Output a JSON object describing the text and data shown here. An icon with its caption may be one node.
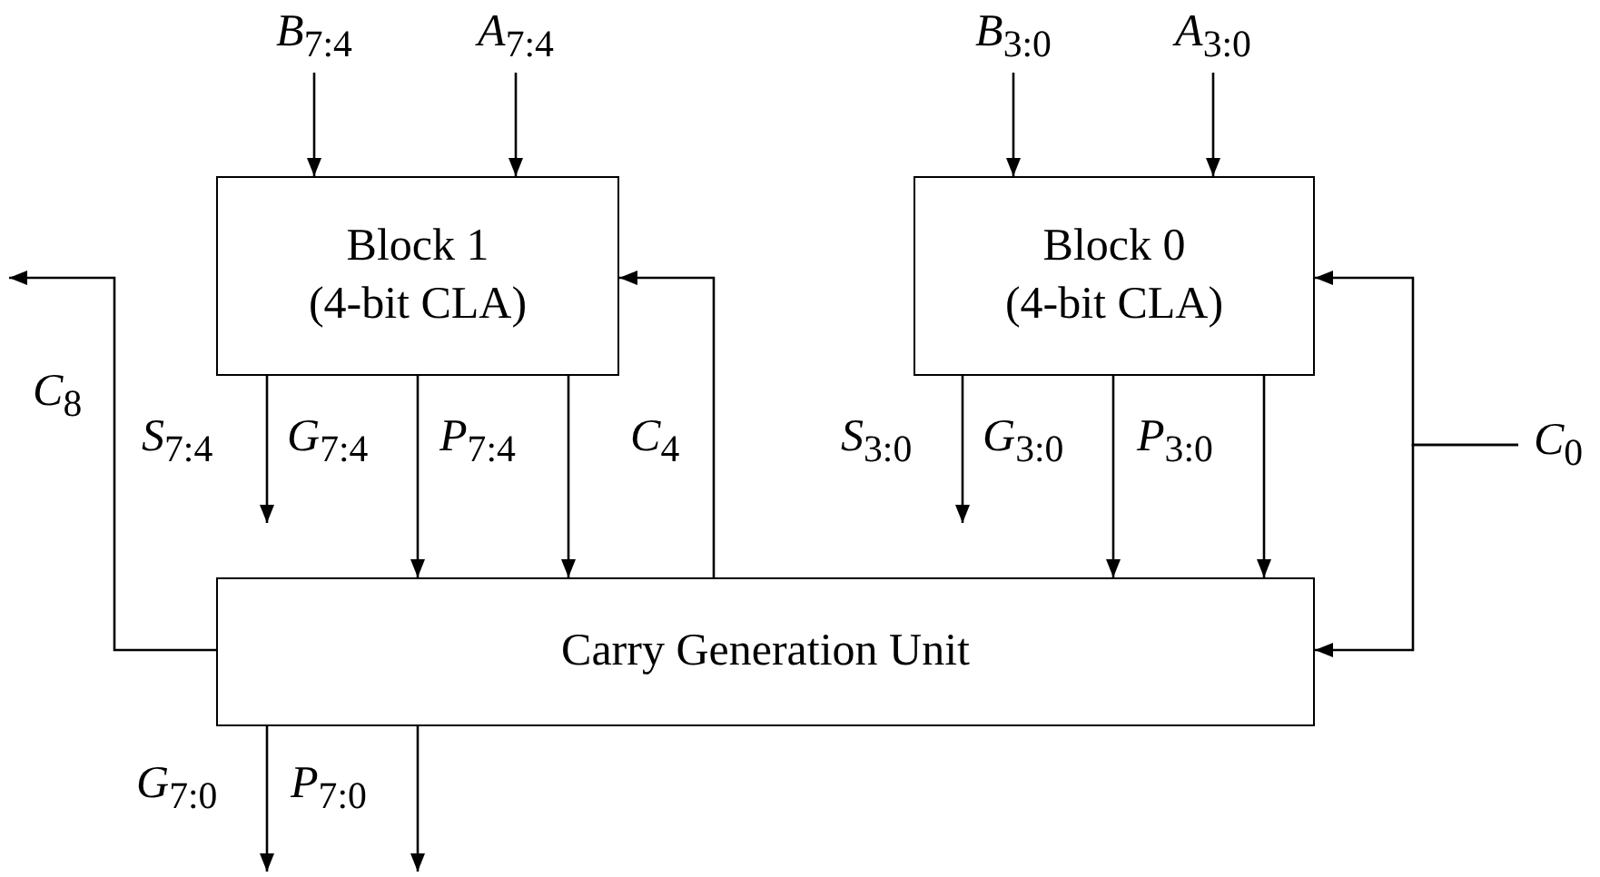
{
  "diagram": {
    "nodes": [
      {
        "text": [
          "*B*$_{7:4}$"
        ]
      },
      {
        "text": [
          "*A*$_{7:4}$"
        ]
      },
      {
        "text": [
          "*B*$_{3:0}$"
        ]
      },
      {
        "text": [
          "*A*$_{3:0}$"
        ]
      },
      {
        "text": [
          "Block 1 (4-bit CLA)"
        ]
      },
      {
        "text": [
          "Block 0 (4-bit CLA)"
        ]
      },
      {
        "text": [
          "*C*$_{0}$"
        ]
      },
      {
        "text": [
          "Carry Generation Unit"
        ]
      }
    ],
    "edges": [
      {
        "from": 0,
        "to": 4,
        "arrow": "to"
      },
      {
        "from": 1,
        "to": 4,
        "arrow": "to"
      },
      {
        "from": 2,
        "to": 5,
        "arrow": "to"
      },
      {
        "from": 3,
        "to": 5,
        "arrow": "to"
      },
      {
        "from": 4,
        "to": null,
        "arrow": "to",
        "label": "*S*$_{7:4}$"
      },
      {
        "from": 4,
        "to": 7,
        "arrow": "to",
        "label": "*G*$_{7:4}$"
      },
      {
        "from": 4,
        "to": 7,
        "arrow": "to",
        "label": "*P*$_{7:4}$"
      },
      {
        "from": 7,
        "to": 4,
        "arrow": "to",
        "label": "*C*$_{4}$"
      },
      {
        "from": 7,
        "to": null,
        "arrow": "to",
        "label": "*C*$_{8}$"
      },
      {
        "from": 5,
        "to": null,
        "arrow": "to",
        "label": "*S*$_{3:0}$"
      },
      {
        "from": 5,
        "to": 7,
        "arrow": "to",
        "label": "*G*$_{3:0}$"
      },
      {
        "from": 5,
        "to": 7,
        "arrow": "to",
        "label": "*P*$_{3:0}$"
      },
      {
        "from": 6,
        "to": 5,
        "arrow": "to"
      },
      {
        "from": 6,
        "to": 7,
        "arrow": "to"
      },
      {
        "from": 7,
        "to": null,
        "arrow": "to",
        "label": "*G*$_{7:0}$"
      },
      {
        "from": 7,
        "to": null,
        "arrow": "to",
        "label": "*P*$_{7:0}$"
      }
    ]
  }
}
